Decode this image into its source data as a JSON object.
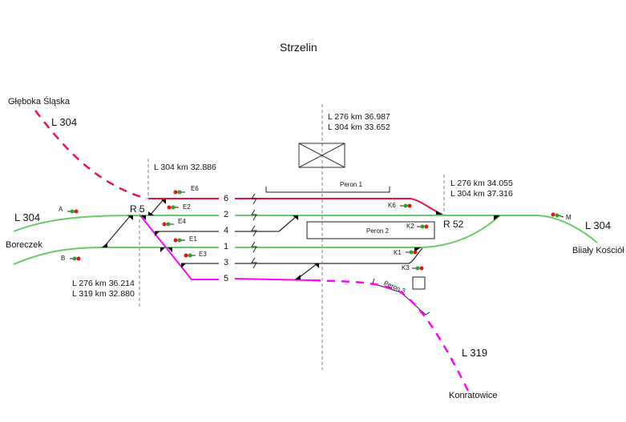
{
  "station": {
    "name": "Strzelin"
  },
  "colors": {
    "l304_main": "#66cc66",
    "l304_north": "#ee1144",
    "l319": "#ff00ff",
    "secondary": "#808080",
    "axis": "#808080",
    "signal_red": "#ee1111",
    "signal_green": "#22aa22"
  },
  "lines": {
    "west_upper": {
      "label": "L 304",
      "destination": ""
    },
    "west_lower": {
      "destination": "Boreczek"
    },
    "northwest": {
      "label": "L 304",
      "destination": "Głęboka Śląska"
    },
    "east": {
      "label": "L 304",
      "destination": "Biiały Kościół"
    },
    "southeast": {
      "label": "L 319",
      "destination": "Konratowice"
    }
  },
  "kilometrage": {
    "r5_lower": [
      "L 276 km  36.214",
      "L 319 km  32.880"
    ],
    "l304_branch": [
      "L 304 km 32.886"
    ],
    "station_axis": [
      "L 276 km  36.987",
      "L 304 km  33.652"
    ],
    "r52": [
      "L 276 km  34.055",
      "L 304 km  37.316"
    ]
  },
  "signal_boxes": {
    "west": "R 5",
    "east": "R 52"
  },
  "tracks": [
    "6",
    "2",
    "4",
    "1",
    "3",
    "5"
  ],
  "signals": {
    "A": "A",
    "B": "B",
    "E6": "E6",
    "E2": "E2",
    "E4": "E4",
    "E1": "E1",
    "E3": "E3",
    "K6": "K6",
    "K2": "K2",
    "K1": "K1",
    "K3": "K3",
    "M": "M"
  },
  "platforms": {
    "p1": "Peron 1",
    "p2": "Peron 2",
    "p3": "Peron 3"
  }
}
